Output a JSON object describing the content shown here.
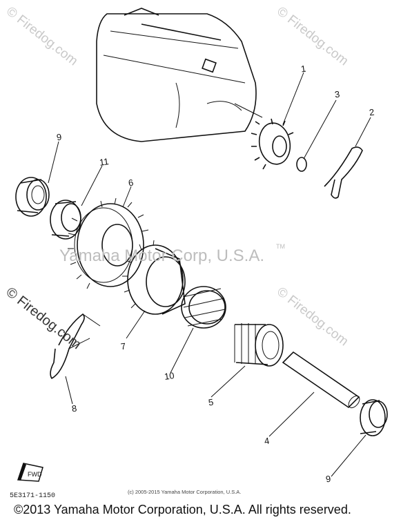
{
  "callouts": [
    {
      "id": "c1a",
      "text": "1"
    },
    {
      "id": "c3",
      "text": "3"
    },
    {
      "id": "c2",
      "text": "2"
    },
    {
      "id": "c9a",
      "text": "9"
    },
    {
      "id": "c11",
      "text": "11"
    },
    {
      "id": "c6",
      "text": "6"
    },
    {
      "id": "c7",
      "text": "7"
    },
    {
      "id": "c10",
      "text": "10"
    },
    {
      "id": "c5",
      "text": "5"
    },
    {
      "id": "c8",
      "text": "8"
    },
    {
      "id": "c4",
      "text": "4"
    },
    {
      "id": "c9b",
      "text": "9"
    }
  ],
  "watermarks": {
    "firedog_light": "© Firedog.com",
    "firedog_dark": "© Firedog.com",
    "center": "Yamaha Motor Corp, U.S.A.",
    "tm": "TM"
  },
  "reference_code": "5E3171-1150",
  "fwd_label": "FWD",
  "copyright_small": "(c) 2005-2015 Yamaha Motor Corporation, U.S.A.",
  "copyright_big": "©2013 Yamaha Motor Corporation, U.S.A. All rights reserved."
}
